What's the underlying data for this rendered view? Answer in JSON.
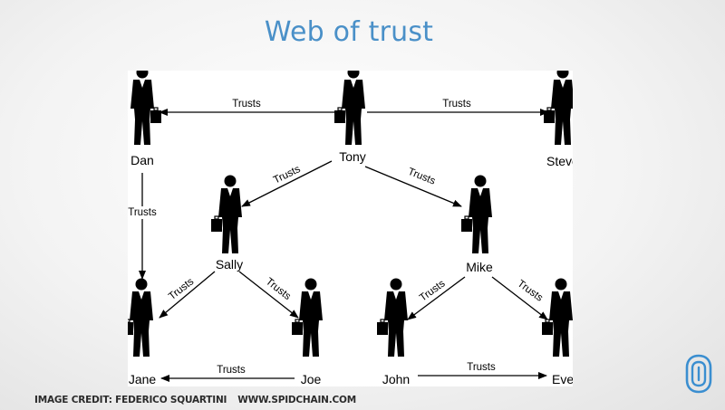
{
  "title": "Web of trust",
  "relation_label": "Trusts",
  "people": [
    {
      "name": "Tony"
    },
    {
      "name": "Dan"
    },
    {
      "name": "Steve"
    },
    {
      "name": "Sally"
    },
    {
      "name": "Mike"
    },
    {
      "name": "Jane"
    },
    {
      "name": "Joe"
    },
    {
      "name": "John"
    },
    {
      "name": "Eve"
    }
  ],
  "edges": [
    {
      "from": "Tony",
      "to": "Dan",
      "label": "Trusts"
    },
    {
      "from": "Tony",
      "to": "Steve",
      "label": "Trusts"
    },
    {
      "from": "Tony",
      "to": "Sally",
      "label": "Trusts"
    },
    {
      "from": "Tony",
      "to": "Mike",
      "label": "Trusts"
    },
    {
      "from": "Dan",
      "to": "Jane",
      "label": "Trusts"
    },
    {
      "from": "Sally",
      "to": "Jane",
      "label": "Trusts"
    },
    {
      "from": "Sally",
      "to": "Joe",
      "label": "Trusts"
    },
    {
      "from": "Joe",
      "to": "Jane",
      "label": "Trusts"
    },
    {
      "from": "Mike",
      "to": "John",
      "label": "Trusts"
    },
    {
      "from": "Mike",
      "to": "Eve",
      "label": "Trusts"
    },
    {
      "from": "John",
      "to": "Eve",
      "label": "Trusts"
    }
  ],
  "footer": {
    "credit": "IMAGE CREDIT: FEDERICO SQUARTINI",
    "website": "WWW.SPIDCHAIN.COM"
  },
  "colors": {
    "title": "#4a90c8",
    "figure": "#000000",
    "logo": "#3a8ed0"
  },
  "icons": {
    "person": "businessman-silhouette-icon",
    "logo": "spidchain-logo-icon"
  }
}
